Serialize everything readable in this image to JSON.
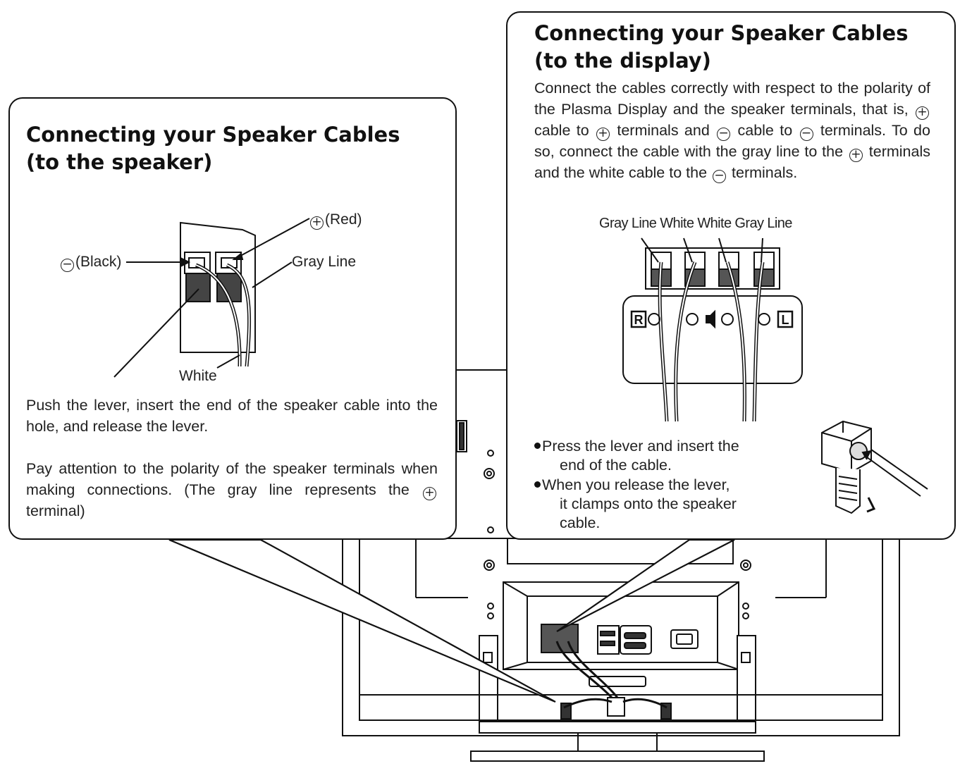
{
  "left_panel": {
    "title_line1": "Connecting your Speaker Cables",
    "title_line2": "(to the speaker)",
    "label_red": "(Red)",
    "label_black": "(Black)",
    "label_gray_line": "Gray Line",
    "label_white": "White",
    "para1": "Push the lever, insert the end of the speaker cable into the hole, and release the lever.",
    "para2_before_symbol": "Pay attention to the polarity of the speaker terminals when making connections. (The gray line represents the",
    "para2_after_symbol": "terminal)"
  },
  "right_panel": {
    "title_line1": "Connecting your Speaker Cables",
    "title_line2": "(to the display)",
    "para_part1": "Connect the cables correctly with respect to the polarity of the Plasma Display and the speaker terminals, that is,",
    "para_part2": "cable to",
    "para_part3": "terminals and",
    "para_part4": "cable to",
    "para_part5": "terminals. To do so, connect the cable with the gray line to the",
    "para_part6": "terminals and the white cable to the",
    "para_part7": "terminals.",
    "cable_labels": "Gray Line White White Gray Line",
    "panel_letter_r": "R",
    "panel_letter_l": "L",
    "bullet1_line1": "Press the lever and insert the",
    "bullet1_line2": "end of the cable.",
    "bullet2_line1": "When you release the lever,",
    "bullet2_line2": "it clamps onto the speaker",
    "bullet2_line3": "cable."
  },
  "symbols": {
    "plus": "+",
    "minus": "−"
  },
  "colors": {
    "line": "#111111",
    "text": "#222222",
    "background": "#ffffff",
    "shade": "#555555"
  }
}
